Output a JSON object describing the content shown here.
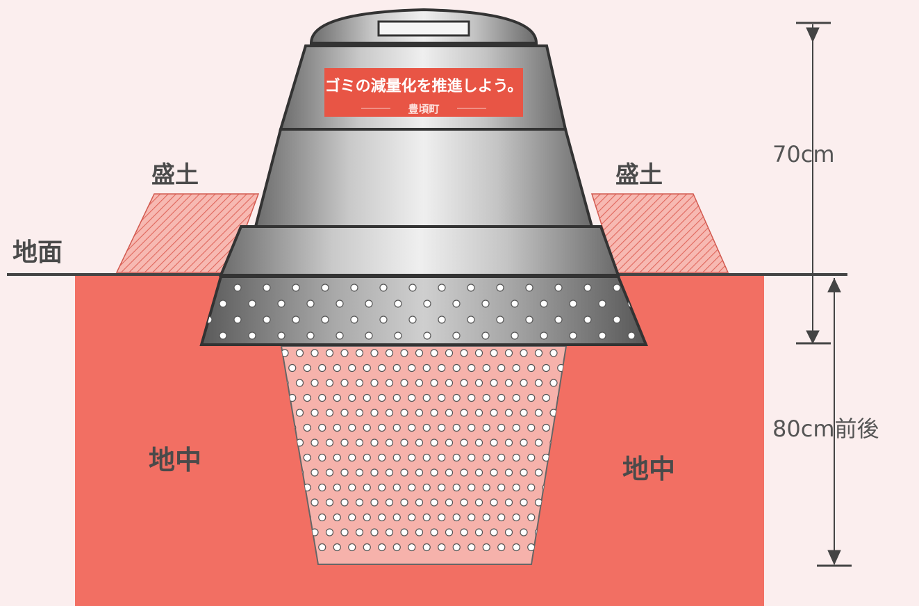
{
  "labels": {
    "mound_left": "盛土",
    "mound_right": "盛土",
    "ground_surface": "地面",
    "underground_left": "地中",
    "underground_right": "地中"
  },
  "dimensions": {
    "above_ground": "70cm",
    "below_ground": "80cm前後"
  },
  "container_sticker": {
    "slogan": "ゴミの減量化を推進しよう。",
    "brand": "豊頃町"
  },
  "colors": {
    "page_background": "#fbeeee",
    "soil": "#f26f63",
    "mound_fill": "#f7b4ad",
    "hole_fill": "#f6b2ab",
    "sticker": "#e85545",
    "container_gray": "#8a8a8a",
    "text": "#4a4a4a"
  }
}
